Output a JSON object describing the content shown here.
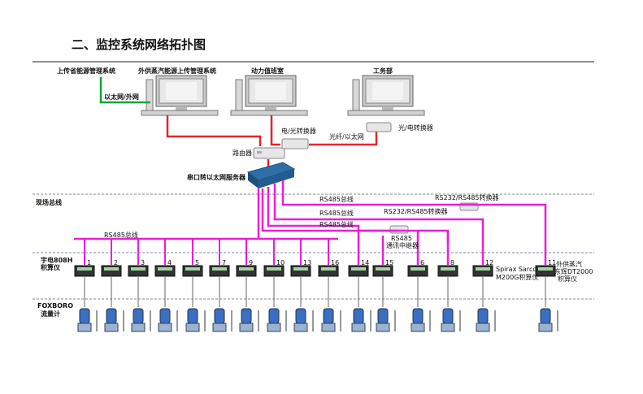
{
  "title": "二、监控系统网络拓扑图",
  "computers": {
    "left_upper": "上传省能源管理系统",
    "left_main": "外供蒸汽能源上传管理系统",
    "middle": "动力值班室",
    "right": "工务部"
  },
  "labels": {
    "ethernet_external": "以太网/外网",
    "electro_optical_converter": "电/光转换器",
    "fiber_ethernet": "光纤/以太网",
    "optical_electrical_converter": "光/电转换器",
    "router": "路由器",
    "serial_server": "串口转以太网服务器",
    "field_bus": "现场总线",
    "rs485_bus_1": "RS485总线",
    "rs485_bus_2": "RS485总线",
    "rs485_bus_3": "RS485总线",
    "rs485_bus_main": "RS485总线",
    "rs232_rs485_converter_1": "RS232/RS485转换器",
    "rs232_rs485_converter_2": "RS232/RS485转换器",
    "repeater_line1": "RS485",
    "repeater_line2": "通讯中继器",
    "integrator_row_1": "宇电808H",
    "integrator_row_2": "积算仪",
    "flowmeter_row_1": "FOXBORO",
    "flowmeter_row_2": "流量计",
    "spirax_1": "Spirax Sarco",
    "spirax_2": "M200G积算仪",
    "dt2000_1": "外供蒸汽",
    "dt2000_2": "东辉DT2000",
    "dt2000_3": "积算仪"
  },
  "meter_numbers": [
    "1",
    "2",
    "3",
    "4",
    "5",
    "7",
    "9",
    "10",
    "13",
    "16",
    "14",
    "15",
    "6",
    "8",
    "12",
    "11"
  ],
  "colors": {
    "ethernet_red": "#e2242a",
    "bus_magenta": "#e81fd8",
    "green_link": "#12a63a",
    "dashed_line": "#7f8aa0"
  }
}
